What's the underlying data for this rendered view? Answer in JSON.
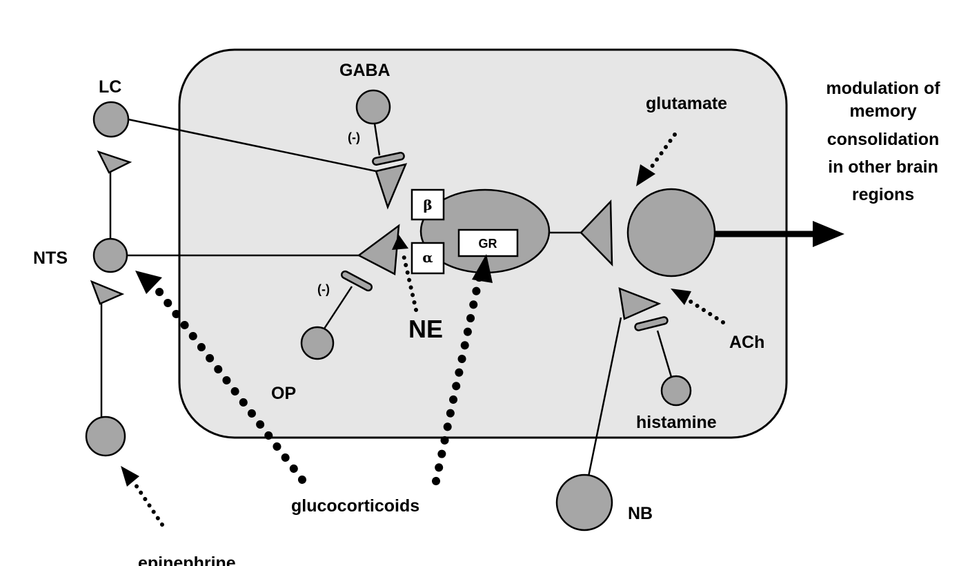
{
  "labels": {
    "lc": "LC",
    "nts": "NTS",
    "gaba": "GABA",
    "op": "OP",
    "ne": "NE",
    "glutamate": "glutamate",
    "ach": "ACh",
    "histamine": "histamine",
    "nb": "NB",
    "glucocorticoids": "glucocorticoids",
    "epinephrine": "epinephrine",
    "inhibit_gaba": "(-)",
    "inhibit_op": "(-)",
    "beta": "β",
    "alpha": "α",
    "gr": "GR"
  },
  "output_text": {
    "line1": "modulation of",
    "line2": "memory",
    "line3": "consolidation",
    "line4": "in other brain",
    "line5": "regions"
  },
  "colors": {
    "cell_fill": "#a6a6a6",
    "region_fill": "#e6e6e6",
    "stroke": "#000000"
  }
}
